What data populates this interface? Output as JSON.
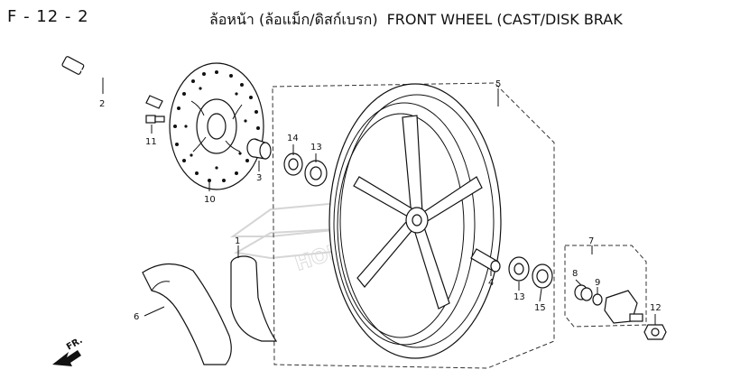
{
  "header": {
    "page_code": "F - 12 - 2",
    "title_thai": "ล้อหน้า (ล้อแม็ก/ดิสก์เบรก)",
    "title_en": "FRONT WHEEL (CAST/DISK BRAK"
  },
  "direction": {
    "label": "FR."
  },
  "watermark": {
    "text": "HONDA"
  },
  "callouts": {
    "c1": "1",
    "c2": "2",
    "c3": "3",
    "c4": "4",
    "c5": "5",
    "c6": "6",
    "c7": "7",
    "c8": "8",
    "c9": "9",
    "c10": "10",
    "c11": "11",
    "c12": "12",
    "c13a": "13",
    "c13b": "13",
    "c14": "14",
    "c15": "15"
  }
}
